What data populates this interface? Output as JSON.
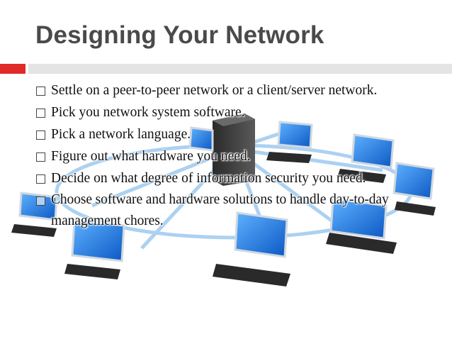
{
  "slide": {
    "title": "Designing Your Network",
    "bullets": [
      "Settle on a peer-to-peer network or a client/server network.",
      "Pick you network system software.",
      "Pick a network language.",
      "Figure out what hardware you need.",
      "Decide on what degree of information security you need.",
      "Choose software and hardware solutions to handle day-to-day management chores."
    ],
    "colors": {
      "title": "#4a4a4a",
      "accent_red": "#e02a2a",
      "rule_gray": "#e4e4e4",
      "monitor_blue": "#1e6fd0",
      "network_line": "#9ec9ef"
    },
    "illustration": "network-diagram-icon"
  }
}
